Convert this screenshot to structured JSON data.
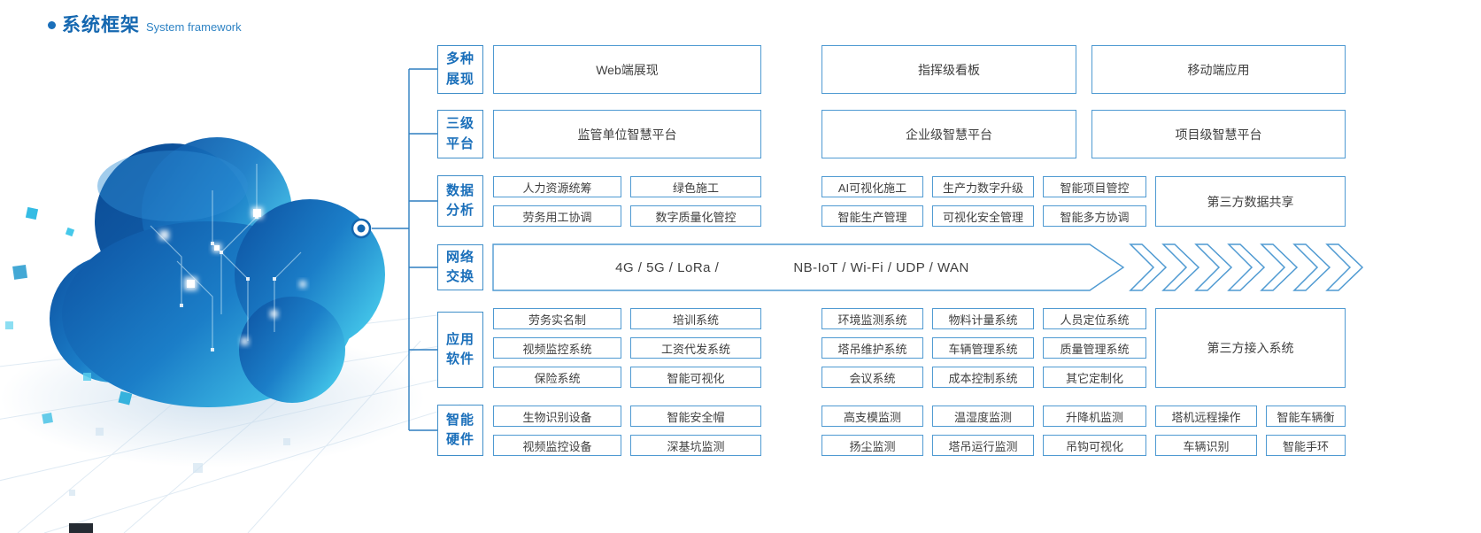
{
  "header": {
    "title_cn": "系统框架",
    "title_en": "System framework"
  },
  "categories": {
    "display": "多种\n展现",
    "platform": "三级\n平台",
    "data_analysis": "数据\n分析",
    "network": "网络\n交换",
    "software": "应用\n软件",
    "hardware": "智能\n硬件"
  },
  "display_row": [
    "Web端展现",
    "指挥级看板",
    "移动端应用"
  ],
  "platform_row": [
    "监管单位智慧平台",
    "企业级智慧平台",
    "项目级智慧平台"
  ],
  "data_row": {
    "top": [
      "人力资源统筹",
      "绿色施工",
      "AI可视化施工",
      "生产力数字升级",
      "智能项目管控"
    ],
    "bottom": [
      "劳务用工协调",
      "数字质量化管控",
      "智能生产管理",
      "可视化安全管理",
      "智能多方协调"
    ],
    "side": "第三方数据共享"
  },
  "network_row": {
    "left": "4G / 5G / LoRa /",
    "right": "NB-IoT / Wi-Fi / UDP / WAN"
  },
  "software_row": {
    "r1": [
      "劳务实名制",
      "培训系统",
      "环境监测系统",
      "物料计量系统",
      "人员定位系统"
    ],
    "r2": [
      "视频监控系统",
      "工资代发系统",
      "塔吊维护系统",
      "车辆管理系统",
      "质量管理系统"
    ],
    "r3": [
      "保险系统",
      "智能可视化",
      "会议系统",
      "成本控制系统",
      "其它定制化"
    ],
    "side": "第三方接入系统"
  },
  "hardware_row": {
    "r1": [
      "生物识别设备",
      "智能安全帽",
      "高支模监测",
      "温湿度监测",
      "升降机监测",
      "塔机远程操作",
      "智能车辆衡"
    ],
    "r2": [
      "视频监控设备",
      "深基坑监测",
      "扬尘监测",
      "塔吊运行监测",
      "吊钩可视化",
      "车辆识别",
      "智能手环"
    ]
  },
  "colors": {
    "accent_blue": "#1a6fba",
    "box_border": "#4f9ad2",
    "line_blue": "#2e7fc1",
    "text_dark": "#3f3f3f"
  }
}
